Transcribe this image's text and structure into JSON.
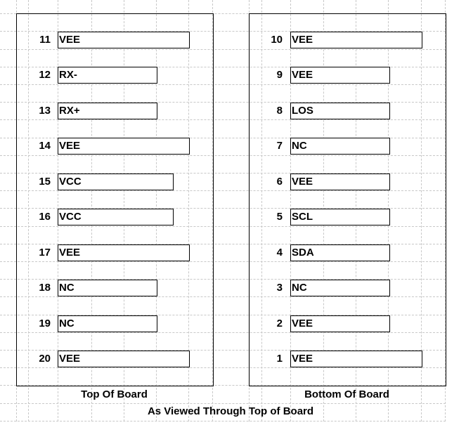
{
  "top_board": {
    "caption": "Top Of Board",
    "pins": [
      {
        "number": "11",
        "label": "VEE"
      },
      {
        "number": "12",
        "label": "RX-"
      },
      {
        "number": "13",
        "label": "RX+"
      },
      {
        "number": "14",
        "label": "VEE"
      },
      {
        "number": "15",
        "label": "VCC"
      },
      {
        "number": "16",
        "label": "VCC"
      },
      {
        "number": "17",
        "label": "VEE"
      },
      {
        "number": "18",
        "label": "NC"
      },
      {
        "number": "19",
        "label": "NC"
      },
      {
        "number": "20",
        "label": "VEE"
      }
    ]
  },
  "bottom_board": {
    "caption": "Bottom Of Board",
    "pins": [
      {
        "number": "10",
        "label": "VEE"
      },
      {
        "number": "9",
        "label": "VEE"
      },
      {
        "number": "8",
        "label": "LOS"
      },
      {
        "number": "7",
        "label": "NC"
      },
      {
        "number": "6",
        "label": "VEE"
      },
      {
        "number": "5",
        "label": "SCL"
      },
      {
        "number": "4",
        "label": "SDA"
      },
      {
        "number": "3",
        "label": "NC"
      },
      {
        "number": "2",
        "label": "VEE"
      },
      {
        "number": "1",
        "label": "VEE"
      }
    ]
  },
  "view_caption": "As Viewed Through Top of Board"
}
